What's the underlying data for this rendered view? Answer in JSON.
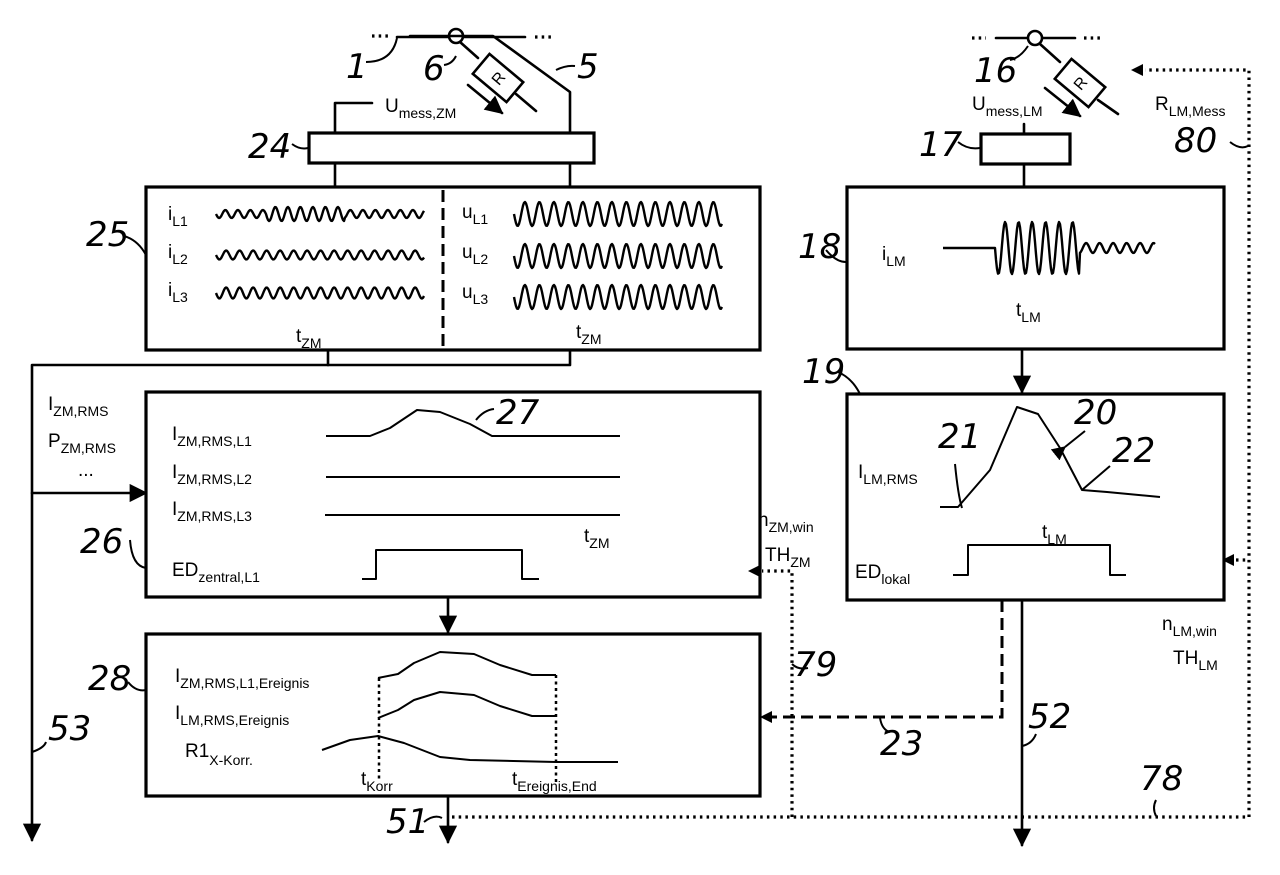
{
  "figure": {
    "reference_numerals": {
      "busbar_central": "1",
      "feeder_central": "5",
      "resistor_central": "6",
      "measuring_unit_central": "24",
      "raw_data_block": "25",
      "rms_block": "26",
      "rms_curve": "27",
      "correlation_block": "28",
      "busbar_local": "16",
      "measuring_unit_local": "17",
      "local_raw_block": "18",
      "local_rms_block": "19",
      "local_curve": "20",
      "curve_start": "21",
      "curve_end": "22",
      "event_transfer": "23",
      "output_51": "51",
      "output_52": "52",
      "output_53": "53",
      "param_line_78": "78",
      "param_line_79": "79",
      "resistance_line_80": "80"
    },
    "resistor_symbol": "R",
    "ellipsis": "...",
    "central": {
      "voltage_label": {
        "main": "U",
        "sub": "mess,ZM"
      },
      "raw": {
        "currents": [
          {
            "main": "i",
            "sub": "L1"
          },
          {
            "main": "i",
            "sub": "L2"
          },
          {
            "main": "i",
            "sub": "L3"
          }
        ],
        "voltages": [
          {
            "main": "u",
            "sub": "L1"
          },
          {
            "main": "u",
            "sub": "L2"
          },
          {
            "main": "u",
            "sub": "L3"
          }
        ],
        "time_left": {
          "main": "t",
          "sub": "ZM"
        },
        "time_right": {
          "main": "t",
          "sub": "ZM"
        }
      },
      "side_inputs": [
        {
          "main": "I",
          "sub": "ZM,RMS"
        },
        {
          "main": "P",
          "sub": "ZM,RMS"
        }
      ],
      "rms": {
        "rows": [
          {
            "main": "I",
            "sub": "ZM,RMS,L1"
          },
          {
            "main": "I",
            "sub": "ZM,RMS,L2"
          },
          {
            "main": "I",
            "sub": "ZM,RMS,L3"
          }
        ],
        "time": {
          "main": "t",
          "sub": "ZM"
        },
        "event": {
          "main": "ED",
          "sub": "zentral,L1"
        }
      },
      "params": [
        {
          "main": "n",
          "sub": "ZM,win"
        },
        {
          "main": "TH",
          "sub": "ZM"
        }
      ]
    },
    "local": {
      "voltage_label": {
        "main": "U",
        "sub": "mess,LM"
      },
      "resistance_label": {
        "main": "R",
        "sub": "LM,Mess"
      },
      "raw": {
        "current": {
          "main": "i",
          "sub": "LM"
        },
        "time": {
          "main": "t",
          "sub": "LM"
        }
      },
      "rms": {
        "current": {
          "main": "I",
          "sub": "LM,RMS"
        },
        "time": {
          "main": "t",
          "sub": "LM"
        },
        "event": {
          "main": "ED",
          "sub": "lokal"
        }
      },
      "params": [
        {
          "main": "n",
          "sub": "LM,win"
        },
        {
          "main": "TH",
          "sub": "LM"
        }
      ]
    },
    "correlation": {
      "rows": [
        {
          "main": "I",
          "sub": "ZM,RMS,L1,Ereignis"
        },
        {
          "main": "I",
          "sub": "LM,RMS,Ereignis"
        },
        {
          "main": "R1",
          "sub": "X-Korr."
        }
      ],
      "t_korr": {
        "main": "t",
        "sub": "Korr"
      },
      "t_end": {
        "main": "t",
        "sub": "Ereignis,End"
      }
    }
  }
}
